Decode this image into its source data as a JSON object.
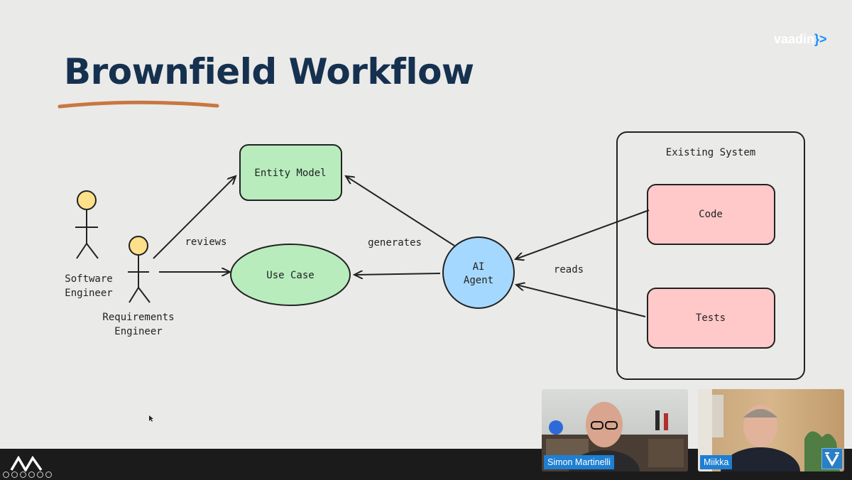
{
  "slide": {
    "title": "Brownfield Workflow",
    "brand": {
      "name": "vaadin",
      "mark": "}>"
    }
  },
  "diagram": {
    "actors": [
      {
        "id": "software-engineer",
        "lines": [
          "Software",
          "Engineer"
        ]
      },
      {
        "id": "requirements-engineer",
        "lines": [
          "Requirements",
          "Engineer"
        ]
      }
    ],
    "nodes": {
      "entity_model": "Entity Model",
      "use_case": "Use Case",
      "ai_agent": [
        "AI",
        "Agent"
      ],
      "existing_system": "Existing System",
      "code": "Code",
      "tests": "Tests"
    },
    "edge_labels": {
      "reviews": "reviews",
      "generates": "generates",
      "reads": "reads"
    },
    "colors": {
      "green": "#b8ecbd",
      "blue": "#a5d8ff",
      "red": "#ffc9c9",
      "yellow": "#ffe08a",
      "title": "#16314f",
      "underline": "#c8773f"
    }
  },
  "video": {
    "participants": [
      {
        "name": "Simon Martinelli"
      },
      {
        "name": "Miikka"
      }
    ]
  }
}
